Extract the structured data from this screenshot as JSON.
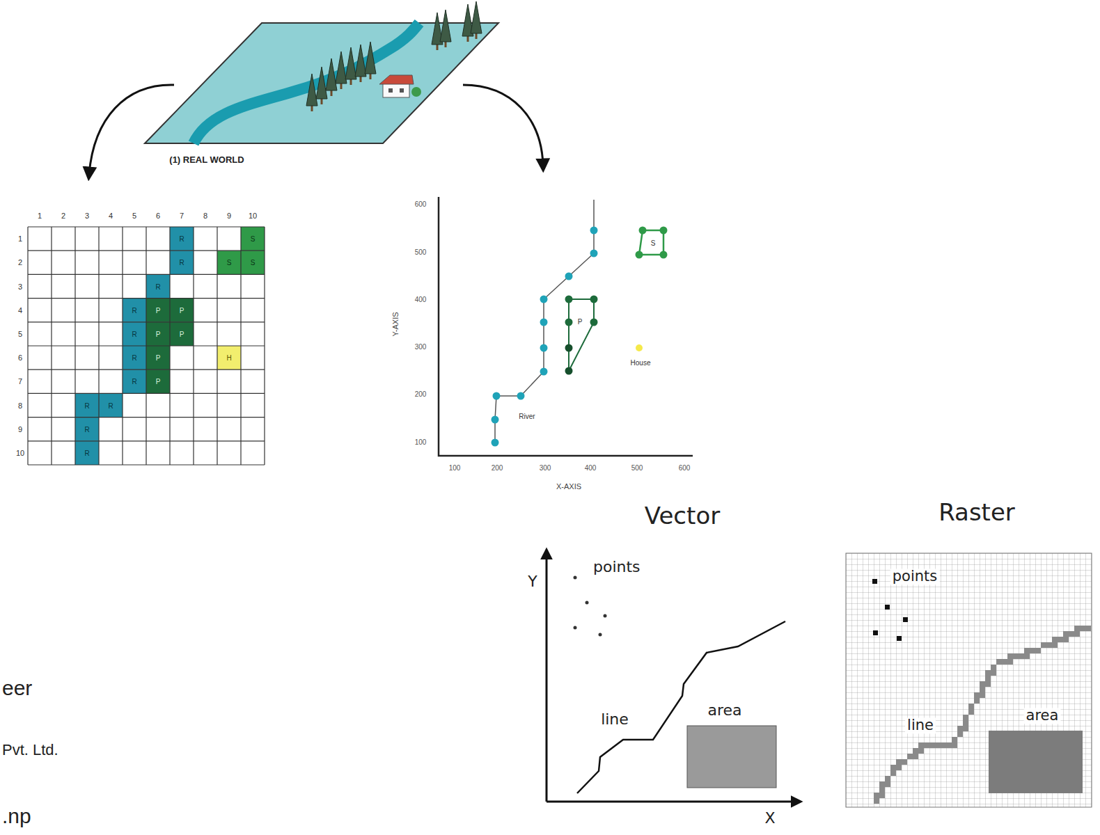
{
  "diagram": {
    "labels": [
      "(1) REAL WORLD",
      "1",
      "2",
      "3",
      "4",
      "5",
      "6",
      "7",
      "8",
      "9",
      "10",
      "1",
      "2",
      "3",
      "4",
      "5",
      "6",
      "7",
      "8",
      "9",
      "10",
      "R",
      "S",
      "R",
      "S",
      "S",
      "R",
      "R",
      "P",
      "P",
      "R",
      "P",
      "P",
      "R",
      "P",
      "H",
      "R",
      "P",
      "R",
      "R",
      "R",
      "R",
      "600",
      "500",
      "400",
      "300",
      "200",
      "100",
      "Y-AXIS",
      "100",
      "200",
      "300",
      "400",
      "500",
      "600",
      "X-AXIS",
      "S",
      "P",
      "House",
      "River",
      "Vector",
      "points",
      "line",
      "area",
      "Y",
      "X",
      "Raster",
      "points",
      "line",
      "area",
      "eer",
      "Pvt. Ltd.",
      ".np"
    ]
  }
}
